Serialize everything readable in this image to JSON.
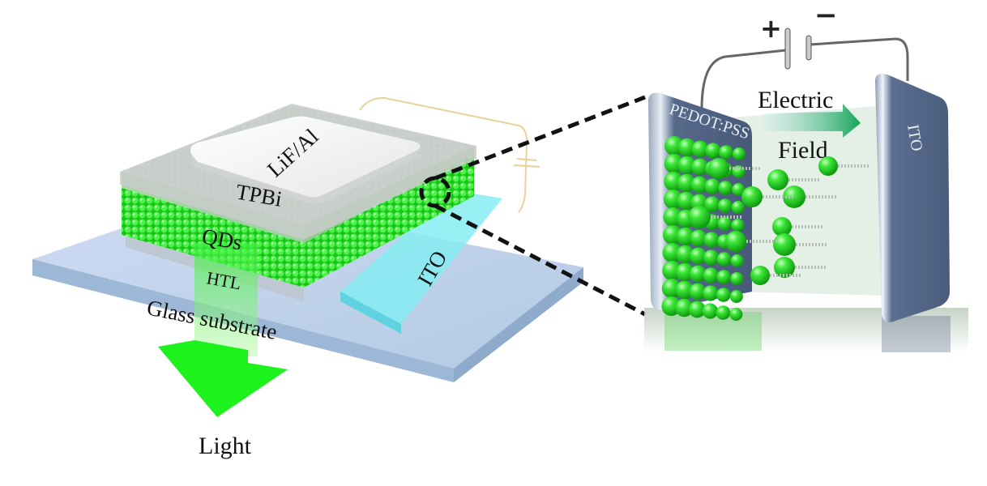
{
  "device_stack": {
    "layers": [
      {
        "id": "cathode",
        "label": "LiF/Al"
      },
      {
        "id": "etl",
        "label": "TPBi"
      },
      {
        "id": "emitter",
        "label": "QDs"
      },
      {
        "id": "htl",
        "label": "HTL"
      },
      {
        "id": "anode",
        "label": "ITO"
      },
      {
        "id": "substrate",
        "label": "Glass substrate"
      }
    ],
    "emission_label": "Light"
  },
  "zoom_panel": {
    "left_electrode": "PEDOT:PSS",
    "right_electrode": "ITO",
    "field_label_line1": "Electric",
    "field_label_line2": "Field",
    "battery_positive": "+",
    "battery_negative": "−"
  },
  "colors": {
    "qd_green": "#22dd22",
    "emission_green": "#1df21d",
    "electrode_blue": "#4b5d7e",
    "ito_cyan": "#7ee8f0",
    "glass": "#b8cde8",
    "cathode_grey": "#c9cbcb",
    "field_arrow": "#1fae5a"
  }
}
